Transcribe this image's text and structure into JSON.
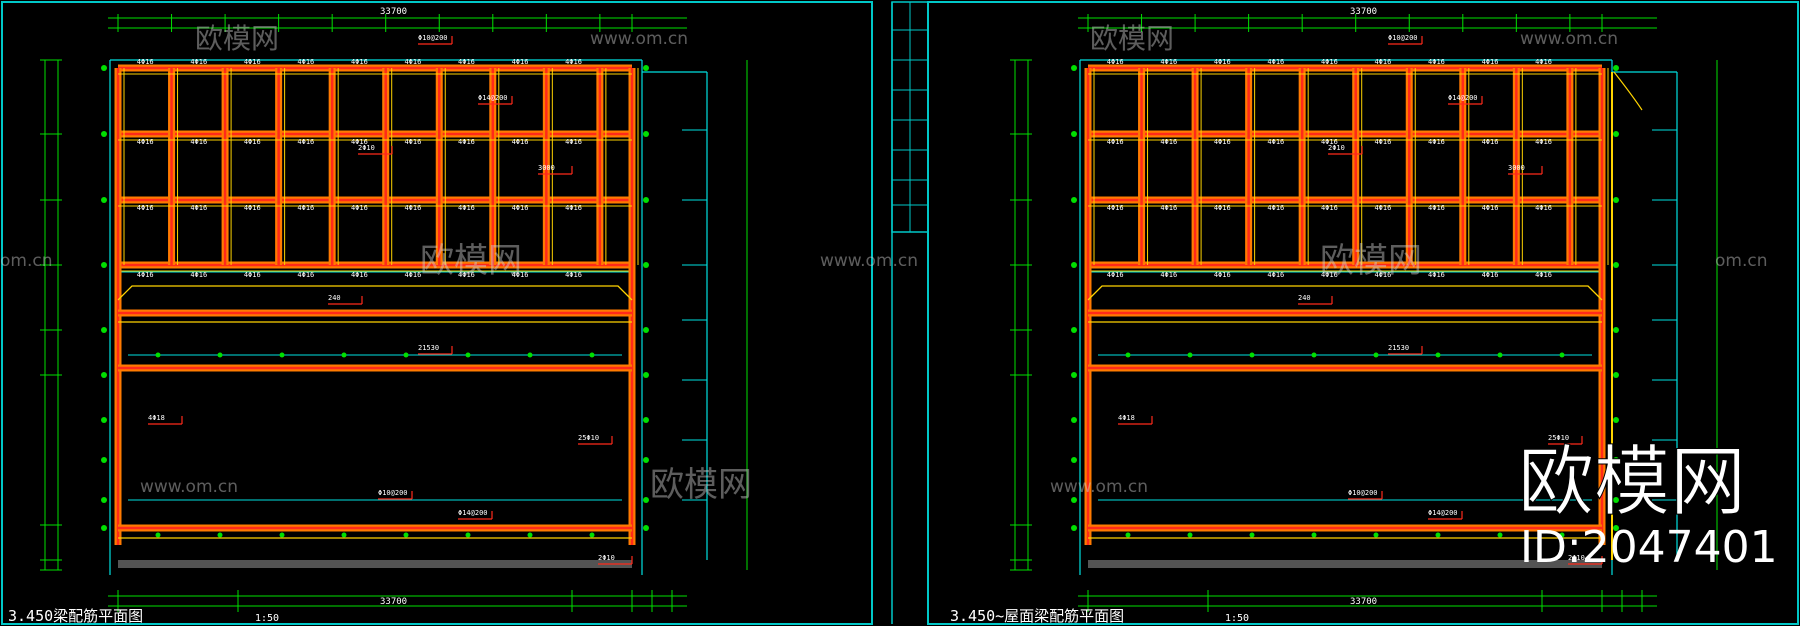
{
  "drawings": [
    {
      "title": "3.450梁配筋平面图",
      "scale": "1:50",
      "top_dim": "33700",
      "beam_labels": [
        "4Φ16",
        "4Φ16",
        "4Φ16",
        "4Φ16",
        "4Φ16",
        "4Φ16",
        "4Φ16",
        "4Φ16",
        "4Φ16"
      ],
      "notes": [
        "Φ10@200",
        "Φ14@200",
        "2Φ10",
        "3000",
        "240",
        "21530",
        "4Φ18",
        "25Φ10"
      ]
    },
    {
      "title": "3.450~屋面梁配筋平面图",
      "scale": "1:50",
      "top_dim": "33700",
      "beam_labels": [
        "4Φ16",
        "4Φ16",
        "4Φ16",
        "4Φ16",
        "4Φ16",
        "4Φ16",
        "4Φ16",
        "4Φ16",
        "4Φ16"
      ],
      "notes": [
        "Φ10@200",
        "Φ14@200",
        "2Φ10",
        "3000",
        "240",
        "21530",
        "4Φ18",
        "25Φ10"
      ]
    }
  ],
  "watermark": {
    "brand": "欧模网",
    "url": "www.om.cn",
    "url_short": "om.cn",
    "id": "ID:2047401"
  },
  "colors": {
    "background": "#000000",
    "frame": "#00c8c8",
    "dimension": "#00e000",
    "beam_outer": "#ff7a00",
    "beam_inner": "#ff2a1a",
    "beam_yellow": "#ffd400",
    "cyan_line": "#00e0e0",
    "text_white": "#ffffff"
  }
}
